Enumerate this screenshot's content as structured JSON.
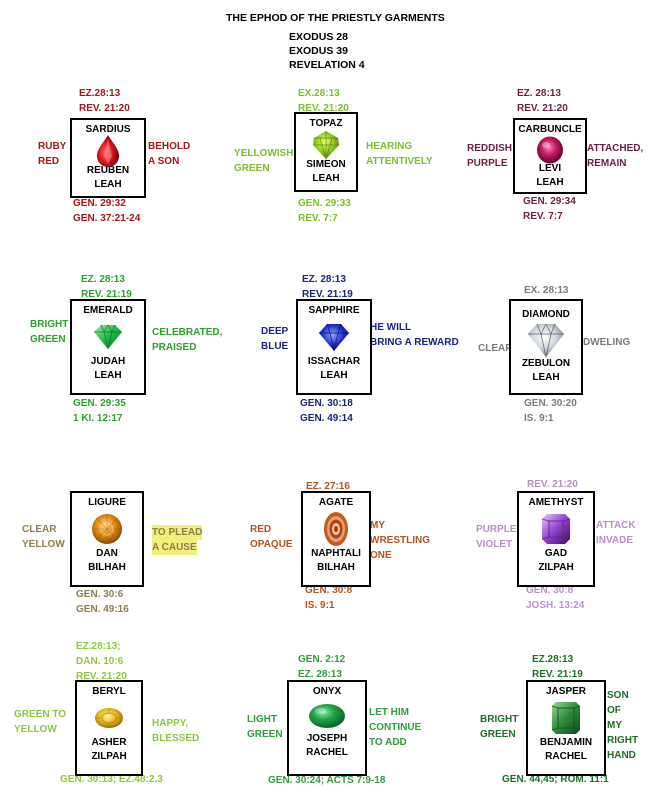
{
  "title": "THE EPHOD OF THE PRIESTLY GARMENTS",
  "refs": [
    "EXODUS   28",
    "EXODUS   39",
    "REVELATION   4"
  ],
  "colors": {
    "sardius": "#a8141b",
    "topaz": "#7cbf2b",
    "carbuncle": "#6b1f45",
    "emerald": "#28a428",
    "sapphire": "#1a2380",
    "diamond": "#7a7a7a",
    "ligure": "#8c7e4e",
    "agate": "#b5531d",
    "amethyst": "#b98fc6",
    "beryl": "#8dc63f",
    "onyx": "#2e9e3e",
    "jasper": "#1e6e2a"
  },
  "stones": [
    {
      "key": "sardius",
      "stone": "SARDIUS",
      "tribe": "REUBEN",
      "mother": "LEAH",
      "icon": "sardius-icon",
      "top_refs": [
        "EZ.28:13",
        "REV. 21:20"
      ],
      "left": [
        "RUBY",
        "RED"
      ],
      "right": [
        "BEHOLD",
        "A SON"
      ],
      "bottom_refs": [
        "GEN. 29:32",
        "GEN. 37:21-24"
      ]
    },
    {
      "key": "topaz",
      "stone": "TOPAZ",
      "tribe": "SIMEON",
      "mother": "LEAH",
      "icon": "topaz-icon",
      "top_refs": [
        "EX.28:13",
        "REV. 21:20"
      ],
      "left": [
        "YELLOWISH",
        "GREEN"
      ],
      "right": [
        "HEARING",
        "ATTENTIVELY"
      ],
      "bottom_refs": [
        "GEN. 29:33",
        "REV. 7:7"
      ]
    },
    {
      "key": "carbuncle",
      "stone": "CARBUNCLE",
      "tribe": "LEVI",
      "mother": "LEAH",
      "icon": "carbuncle-icon",
      "top_refs": [
        "EZ. 28:13",
        "REV. 21:20"
      ],
      "left": [
        "REDDISH",
        "PURPLE"
      ],
      "right": [
        "ATTACHED,",
        "REMAIN"
      ],
      "bottom_refs": [
        "GEN. 29:34",
        "REV. 7:7"
      ]
    },
    {
      "key": "emerald",
      "stone": "EMERALD",
      "tribe": "JUDAH",
      "mother": "LEAH",
      "icon": "emerald-icon",
      "top_refs": [
        "EZ. 28:13",
        "REV. 21:19"
      ],
      "left": [
        "BRIGHT",
        "GREEN"
      ],
      "right": [
        "CELEBRATED,",
        "PRAISED"
      ],
      "bottom_refs": [
        "GEN. 29:35",
        "1 KI. 12:17"
      ]
    },
    {
      "key": "sapphire",
      "stone": "SAPPHIRE",
      "tribe": "ISSACHAR",
      "mother": "LEAH",
      "icon": "sapphire-icon",
      "top_refs": [
        "EZ. 28:13",
        "REV. 21:19"
      ],
      "left": [
        "DEEP",
        "BLUE"
      ],
      "right": [
        "HE WILL",
        "BRING A REWARD"
      ],
      "bottom_refs": [
        "GEN. 30:18",
        "GEN. 49:14"
      ]
    },
    {
      "key": "diamond",
      "stone": "DIAMOND",
      "tribe": "ZEBULON",
      "mother": "LEAH",
      "icon": "diamond-icon",
      "top_refs": [
        "EX. 28:13"
      ],
      "left": [
        "CLEAR"
      ],
      "right": [
        "DWELING"
      ],
      "bottom_refs": [
        "GEN. 30:20",
        "IS. 9:1"
      ]
    },
    {
      "key": "ligure",
      "stone": "LIGURE",
      "tribe": "DAN",
      "mother": "BILHAH",
      "icon": "ligure-icon",
      "top_refs": [],
      "left": [
        "CLEAR",
        "YELLOW"
      ],
      "right": [
        "TO PLEAD",
        "A CAUSE"
      ],
      "bottom_refs": [
        "GEN. 30:6",
        "GEN. 49:16"
      ]
    },
    {
      "key": "agate",
      "stone": "AGATE",
      "tribe": "NAPHTALI",
      "mother": "BILHAH",
      "icon": "agate-icon",
      "top_refs": [
        "EZ. 27:16"
      ],
      "left": [
        "RED",
        "OPAQUE"
      ],
      "right": [
        "MY",
        "WRESTLING",
        "ONE"
      ],
      "bottom_refs": [
        "GEN. 30:8",
        "IS. 9:1"
      ]
    },
    {
      "key": "amethyst",
      "stone": "AMETHYST",
      "tribe": "GAD",
      "mother": "ZILPAH",
      "icon": "amethyst-icon",
      "top_refs": [
        "REV. 21:20"
      ],
      "left": [
        "PURPLE",
        "VIOLET"
      ],
      "right": [
        "ATTACK",
        "INVADE"
      ],
      "bottom_refs": [
        "GEN. 30:8",
        "JOSH. 13:24"
      ]
    },
    {
      "key": "beryl",
      "stone": "BERYL",
      "tribe": "ASHER",
      "mother": "ZILPAH",
      "icon": "beryl-icon",
      "top_refs": [
        "EZ.28:13;",
        "DAN. 10:6",
        "REV. 21:20"
      ],
      "left": [
        "GREEN TO",
        "YELLOW"
      ],
      "right": [
        "HAPPY,",
        "BLESSED"
      ],
      "bottom_refs": [
        "GEN. 30:13; EZ.48:2.3"
      ]
    },
    {
      "key": "onyx",
      "stone": "ONYX",
      "tribe": "JOSEPH",
      "mother": "RACHEL",
      "icon": "onyx-icon",
      "top_refs": [
        "GEN. 2:12",
        "EZ. 28:13"
      ],
      "left": [
        "LIGHT",
        "GREEN"
      ],
      "right": [
        "LET HIM",
        "CONTINUE",
        "TO ADD"
      ],
      "bottom_refs": [
        "GEN. 30:24;  ACTS 7:9-18"
      ]
    },
    {
      "key": "jasper",
      "stone": "JASPER",
      "tribe": "BENJAMIN",
      "mother": "RACHEL",
      "icon": "jasper-icon",
      "top_refs": [
        "EZ.28:13",
        "REV. 21:19"
      ],
      "left": [
        "BRIGHT",
        "GREEN"
      ],
      "right": [
        "SON",
        "OF",
        "MY",
        "RIGHT",
        "HAND"
      ],
      "bottom_refs": [
        "GEN. 44,45; ROM. 11:1"
      ]
    }
  ]
}
